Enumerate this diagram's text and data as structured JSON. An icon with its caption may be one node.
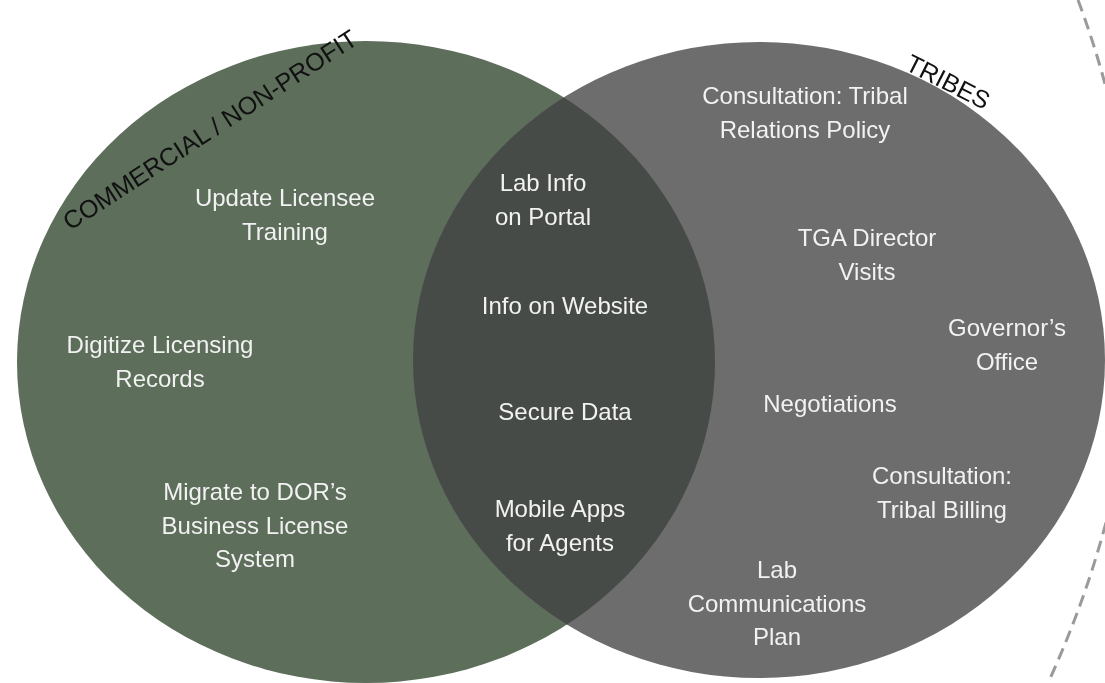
{
  "diagram": {
    "nodes": [
      {
        "text": [
          "COMMERCIAL / NON-PROFIT",
          "Update Licensee Training",
          "Digitize Licensing Records",
          "Migrate to DOR’s Business License System"
        ]
      },
      {
        "text": [
          "TRIBES",
          "Consultation: Tribal Relations Policy",
          "TGA Director Visits",
          "Governor’s Office",
          "Negotiations",
          "Consultation: Tribal Billing",
          "Lab Communications Plan"
        ]
      },
      {
        "text": [
          "Lab Info on Portal",
          "Info on Website",
          "Secure Data",
          "Mobile Apps for Agents"
        ]
      }
    ],
    "edges": []
  }
}
